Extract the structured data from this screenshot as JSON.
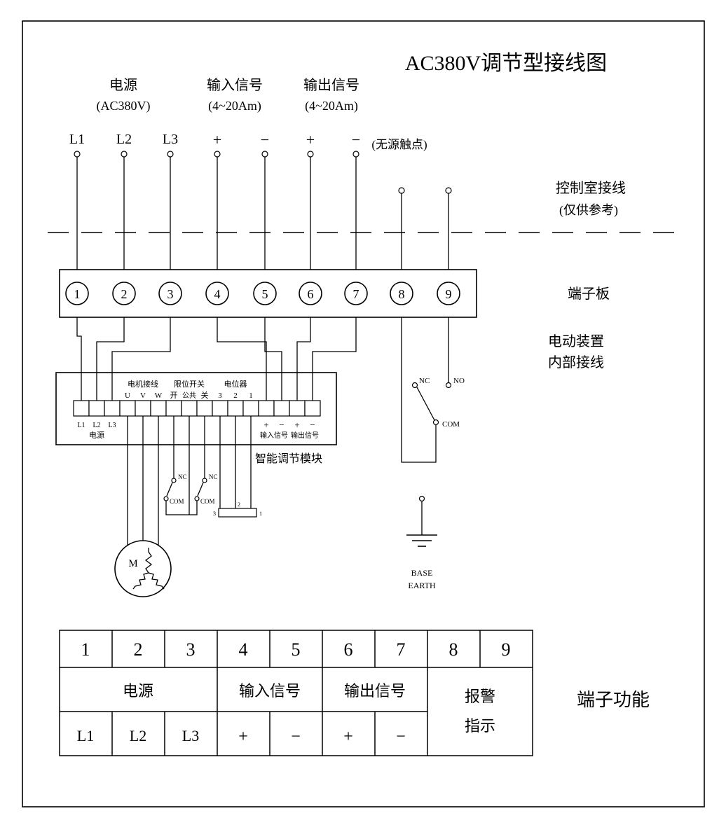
{
  "title": "AC380V调节型接线图",
  "top_labels": {
    "power": "电源",
    "power_sub": "(AC380V)",
    "input": "输入信号",
    "input_sub": "(4~20Am)",
    "output": "输出信号",
    "output_sub": "(4~20Am)",
    "dry_contact": "(无源触点)"
  },
  "top_terminals": [
    "L1",
    "L2",
    "L3",
    "+",
    "−",
    "+",
    "−"
  ],
  "side_notes": {
    "control_room_line1": "控制室接线",
    "control_room_line2": "(仅供参考)",
    "terminal_board": "端子板",
    "internal_line1": "电动装置",
    "internal_line2": "内部接线",
    "terminal_function": "端子功能"
  },
  "board": {
    "numbers": [
      "1",
      "2",
      "3",
      "4",
      "5",
      "6",
      "7",
      "8",
      "9"
    ]
  },
  "module": {
    "name": "智能调节模块",
    "group_motor": "电机接线",
    "group_limit": "限位开关",
    "group_pot": "电位器",
    "motor_pins": [
      "U",
      "V",
      "W"
    ],
    "limit_pins": [
      "开",
      "公共",
      "关"
    ],
    "pot_pins": [
      "3",
      "2",
      "1"
    ],
    "power_pins": [
      "L1",
      "L2",
      "L3"
    ],
    "power_label": "电源",
    "io_pins": [
      "+",
      "−",
      "+",
      "−"
    ],
    "input_label": "输入信号",
    "output_label": "输出信号"
  },
  "limit_switches": {
    "sw1_nc": "NC",
    "sw1_com": "COM",
    "sw2_nc": "NC",
    "sw2_com": "COM"
  },
  "potentiometer": {
    "pins": [
      "3",
      "2",
      "1"
    ]
  },
  "motor": {
    "label": "M"
  },
  "relay": {
    "nc": "NC",
    "no": "NO",
    "com": "COM"
  },
  "ground": {
    "line1": "BASE",
    "line2": "EARTH"
  },
  "function_table": {
    "row_numbers": [
      "1",
      "2",
      "3",
      "4",
      "5",
      "6",
      "7",
      "8",
      "9"
    ],
    "power": "电源",
    "input": "输入信号",
    "output": "输出信号",
    "alarm_line1": "报警",
    "alarm_line2": "指示",
    "row_pins": [
      "L1",
      "L2",
      "L3",
      "+",
      "−",
      "+",
      "−"
    ]
  }
}
